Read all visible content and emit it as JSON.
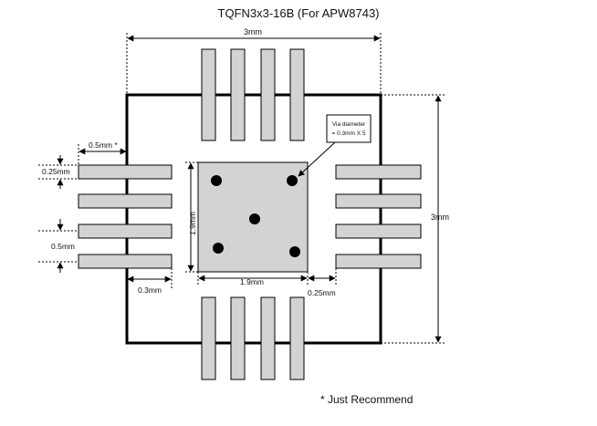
{
  "title": "TQFN3x3-16B  (For APW8743)",
  "dimensions": {
    "top_width": "3mm",
    "right_height": "3mm",
    "pad_pitch": "0.5mm *",
    "pad_width": "0.25mm",
    "pitch_left": "0.5mm",
    "pad_length": "0.3mm",
    "thermal_pad_width": "1.9mm",
    "thermal_pad_height": "1.9mm",
    "pad_gap": "0.25mm"
  },
  "via_note": {
    "line1": "Via diameter",
    "line2": "= 0.3mm X 5"
  },
  "footnote": "*  Just Recommend",
  "colors": {
    "pad_fill": "#d3d3d3",
    "outline": "#000000",
    "via": "#000000"
  }
}
